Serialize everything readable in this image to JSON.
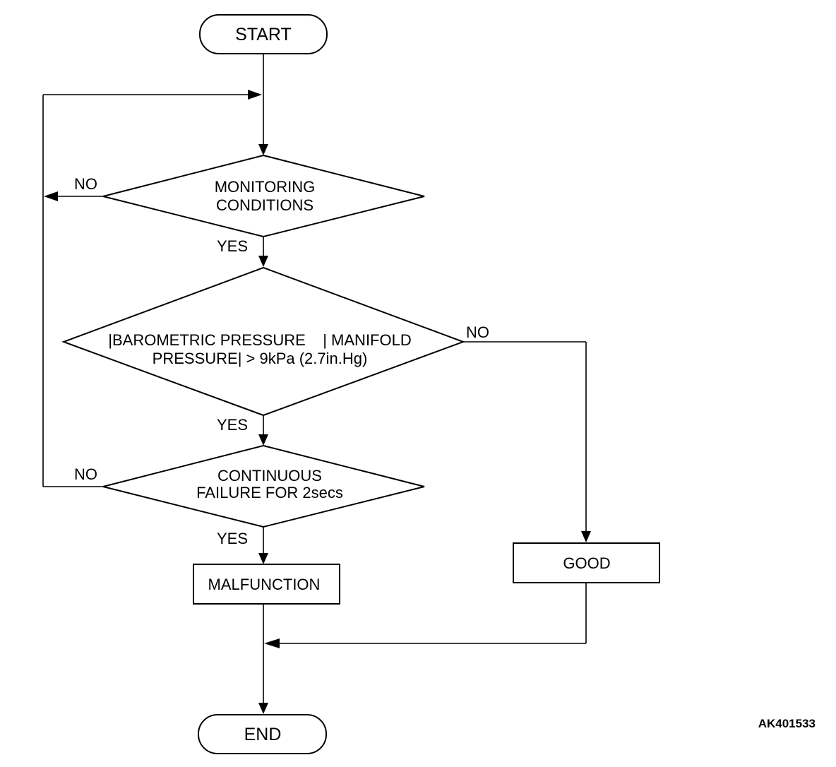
{
  "nodes": {
    "start": "START",
    "monitoring": [
      "MONITORING",
      "CONDITIONS"
    ],
    "pressure": [
      "|BAROMETRIC PRESSURE    | MANIFOLD",
      "PRESSURE| > 9kPa (2.7in.Hg)"
    ],
    "continuous": [
      "CONTINUOUS",
      "FAILURE FOR 2secs"
    ],
    "malfunction": "MALFUNCTION",
    "good": "GOOD",
    "end": "END"
  },
  "labels": {
    "monitoring_no": "NO",
    "monitoring_yes": "YES",
    "pressure_no": "NO",
    "pressure_yes": "YES",
    "continuous_no": "NO",
    "continuous_yes": "YES"
  },
  "reference_code": "AK401533"
}
